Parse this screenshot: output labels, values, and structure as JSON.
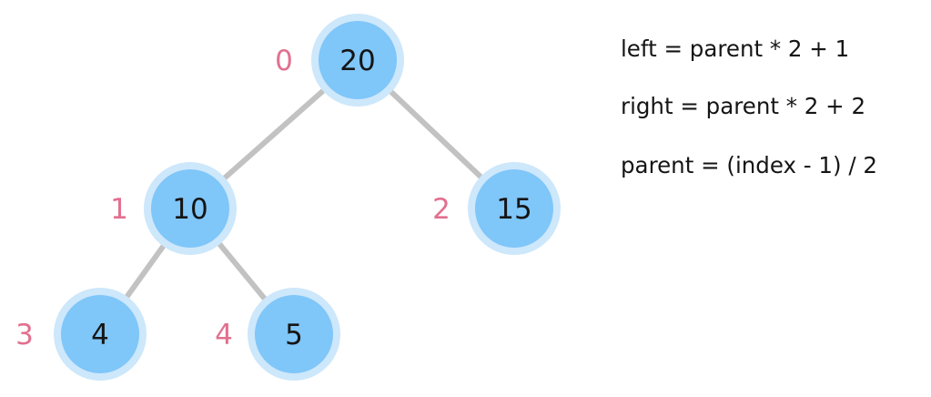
{
  "tree": {
    "nodes": [
      {
        "index": "0",
        "value": "20"
      },
      {
        "index": "1",
        "value": "10"
      },
      {
        "index": "2",
        "value": "15"
      },
      {
        "index": "3",
        "value": "4"
      },
      {
        "index": "4",
        "value": "5"
      }
    ],
    "edges": [
      [
        0,
        1
      ],
      [
        0,
        2
      ],
      [
        1,
        3
      ],
      [
        1,
        4
      ]
    ],
    "colors": {
      "node_fill": "#7fc6f9",
      "node_ring": "#cde7fb",
      "edge": "#c2c2c2",
      "index_label": "#e2708f",
      "value_text": "#151515"
    }
  },
  "formulas": {
    "left": "left = parent * 2 + 1",
    "right": "right = parent * 2 + 2",
    "parent": "parent = (index - 1) / 2"
  }
}
